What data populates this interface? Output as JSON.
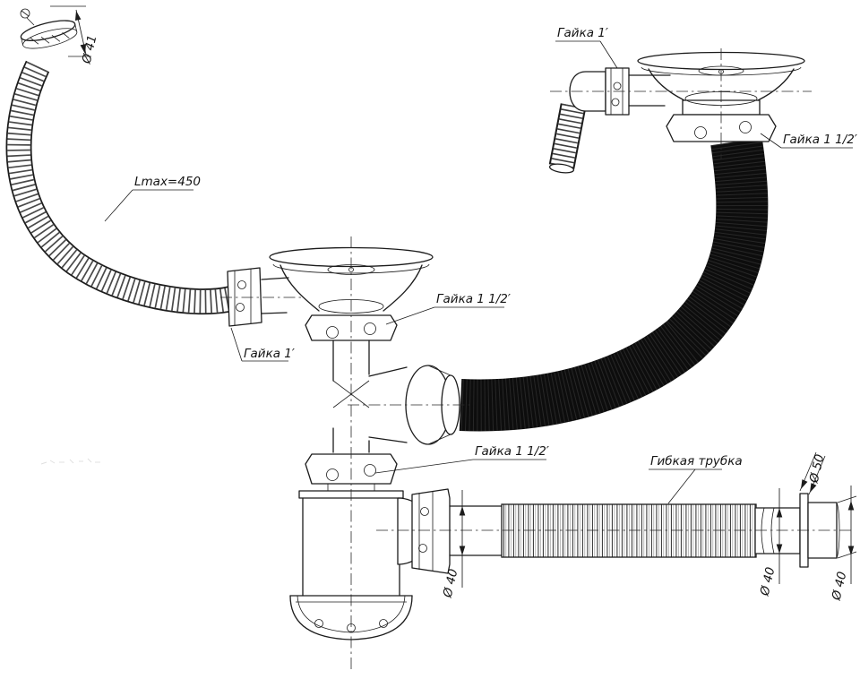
{
  "colors": {
    "line": "#1c1c1c",
    "hose": "#0d0d0d",
    "background": "#ffffff"
  },
  "labels": {
    "dia_overflow": "Ø 41",
    "hose_length": "Lmax=450",
    "nut_overflow_left": "Гайка 1′",
    "nut_elbow_right": "Гайка 1′",
    "nut_strainer_center": "Гайка 1 1/2′",
    "nut_outlet_center": "Гайка 1 1/2′",
    "nut_strainer_right": "Гайка 1 1/2′",
    "flexible_pipe": "Гибкая трубка",
    "dia_outlet": "Ø 40",
    "dia_flange": "Ø 50",
    "dia_flex_end": "Ø 40",
    "dia_tail_end": "Ø 40"
  }
}
